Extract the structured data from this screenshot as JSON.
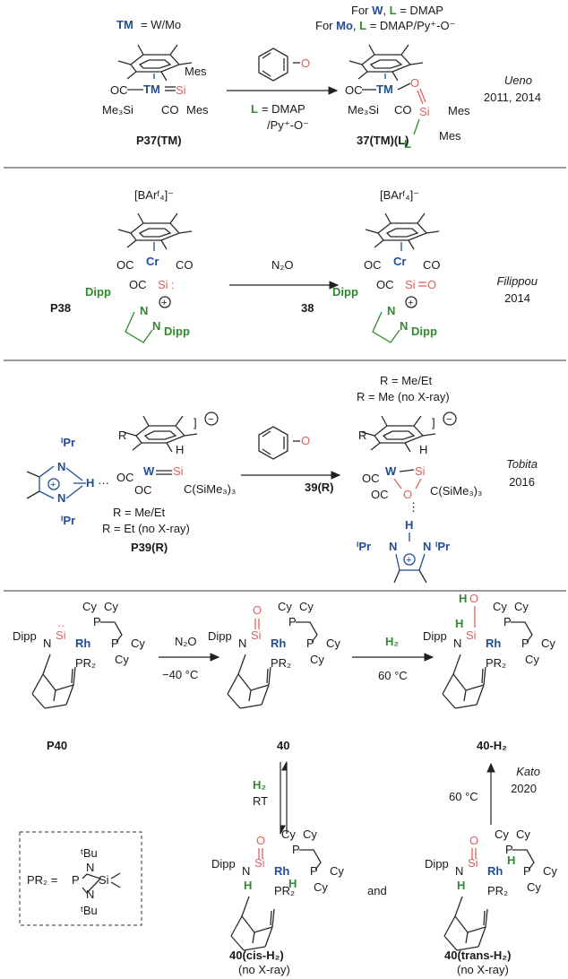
{
  "panel1": {
    "tm_key": "TM",
    "tm_eq": "= W/Mo",
    "cond_w_pre": "For ",
    "cond_w_W": "W",
    "cond_w_mid": ", ",
    "cond_w_L": "L",
    "cond_w_post": " = DMAP",
    "cond_mo_pre": "For ",
    "cond_mo_Mo": "Mo",
    "cond_mo_mid": ", ",
    "cond_mo_L": "L",
    "cond_mo_post": " = DMAP/Py⁺-O⁻",
    "reagent_L": "L",
    "reagent_eq": "= DMAP",
    "reagent_line2": "/Py⁺-O⁻",
    "pyo_O": "O",
    "reactant_id": "P37(TM)",
    "product_id": "37(TM)(L)",
    "author": "Ueno",
    "year": "2011, 2014",
    "lbl_oc": "OC",
    "lbl_co": "CO",
    "lbl_tm": "TM",
    "lbl_si": "Si",
    "lbl_mes": "Mes",
    "lbl_me3si": "Me₃Si",
    "lbl_o": "O",
    "lbl_l": "L"
  },
  "panel2": {
    "anion": "[BArᶠ₄]⁻",
    "reagent": "N₂O",
    "reactant_id": "P38",
    "product_id": "38",
    "author": "Filippou",
    "year": "2014",
    "lbl_cr": "Cr",
    "lbl_si": "Si",
    "lbl_dipp": "Dipp",
    "lbl_n": "N",
    "lbl_o": "O",
    "lbl_oc": "OC",
    "lbl_co": "CO",
    "lbl_plus": "+"
  },
  "panel3": {
    "r_def_1": "R = Me/Et",
    "r_def_2": "R = Me (no X-ray)",
    "r_def_left_1": "R = Me/Et",
    "r_def_left_2": "R = Et (no X-ray)",
    "reactant_id": "P39(R)",
    "product_id": "39(R)",
    "author": "Tobita",
    "year": "2016",
    "lbl_ipr": "ⁱPr",
    "lbl_n": "N",
    "lbl_h": "H",
    "lbl_w": "W",
    "lbl_si": "Si",
    "lbl_o": "O",
    "lbl_oc": "OC",
    "lbl_r": "R",
    "lbl_csime3": "C(SiMe₃)₃",
    "lbl_minus": "−",
    "lbl_plus": "+"
  },
  "panel4": {
    "reagent_n2o": "N₂O",
    "temp_n2o": "−40 °C",
    "reagent_h2": "H₂",
    "temp_h2": "60 °C",
    "eq_h2": "H₂",
    "eq_rt": "RT",
    "up_temp": "60 °C",
    "ids": [
      "P40",
      "40",
      "40-H₂",
      "40(cis-H₂)",
      "40(trans-H₂)"
    ],
    "no_xray": "(no X-ray)",
    "and_word": "and",
    "author": "Kato",
    "year": "2020",
    "lbl_dipp": "Dipp",
    "lbl_n": "N",
    "lbl_si": "Si",
    "lbl_rh": "Rh",
    "lbl_p": "P",
    "lbl_pr2": "PR₂",
    "lbl_cy": "Cy",
    "lbl_o": "O",
    "lbl_h": "H",
    "legend": {
      "lhs": "PR₂ =",
      "tbu": "ᵗBu",
      "n": "N",
      "p": "P",
      "si": "Si"
    }
  },
  "colors": {
    "metal": "#1f4e96",
    "silicon": "#e06060",
    "ligand": "#2f8b2f"
  }
}
